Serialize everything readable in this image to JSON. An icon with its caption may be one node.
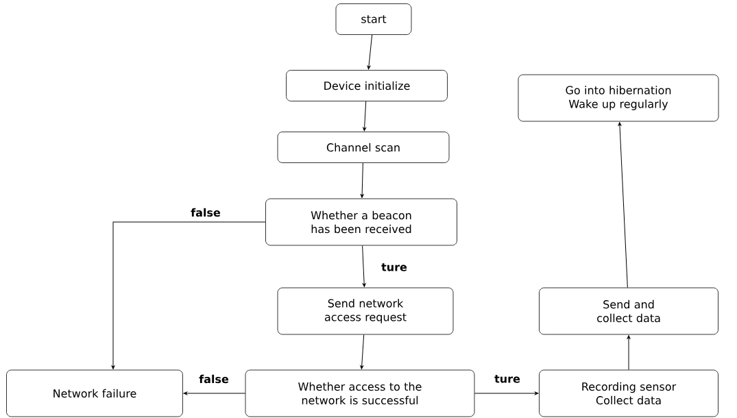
{
  "diagram": {
    "nodes": [
      {
        "text": [
          "start"
        ]
      },
      {
        "text": [
          "Device initialize"
        ]
      },
      {
        "text": [
          "Channel scan"
        ]
      },
      {
        "text": [
          "Whether a beacon has been received"
        ]
      },
      {
        "text": [
          "Send network access request"
        ]
      },
      {
        "text": [
          "Network failure"
        ]
      },
      {
        "text": [
          "Whether access to the network is successful"
        ]
      },
      {
        "text": [
          "Recording sensor Collect data"
        ]
      },
      {
        "text": [
          "Send and collect data"
        ]
      },
      {
        "text": [
          "Go into hibernation Wake up regularly"
        ]
      }
    ],
    "edges": [
      {
        "from": 0,
        "to": 1,
        "arrow": "to"
      },
      {
        "from": 1,
        "to": 2,
        "arrow": "to"
      },
      {
        "from": 2,
        "to": 3,
        "arrow": "to"
      },
      {
        "from": 3,
        "to": 5,
        "arrow": "to",
        "label": "false"
      },
      {
        "from": 3,
        "to": 4,
        "arrow": "to",
        "label": "ture"
      },
      {
        "from": 4,
        "to": 6,
        "arrow": "to"
      },
      {
        "from": 6,
        "to": 5,
        "arrow": "to",
        "label": "false"
      },
      {
        "from": 6,
        "to": 7,
        "arrow": "to",
        "label": "ture"
      },
      {
        "from": 7,
        "to": 8,
        "arrow": "to"
      },
      {
        "from": 8,
        "to": 9,
        "arrow": "to"
      }
    ]
  }
}
